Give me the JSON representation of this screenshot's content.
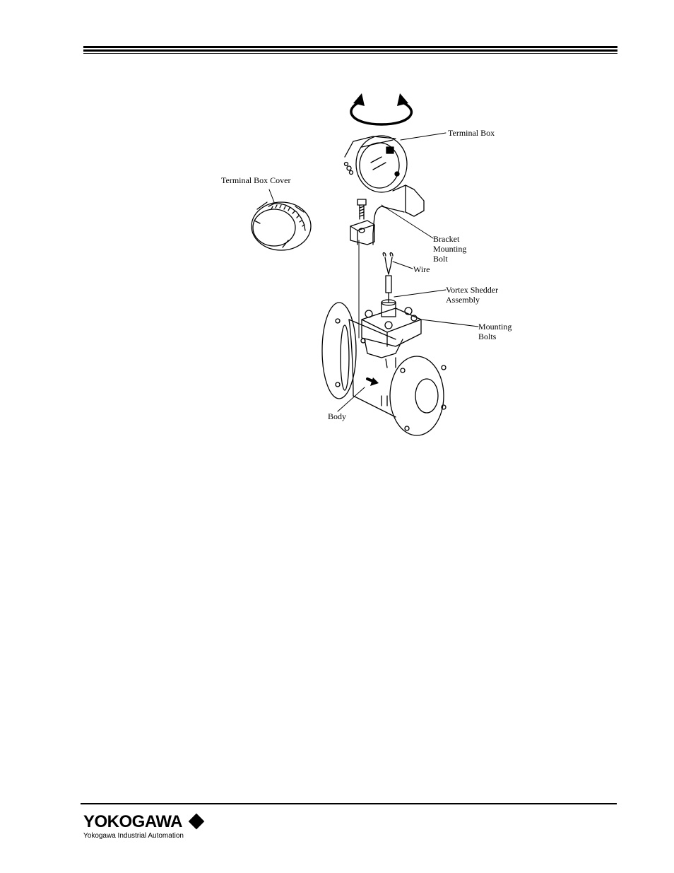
{
  "figure": {
    "labels": {
      "terminal_box": "Terminal Box",
      "terminal_box_cover": "Terminal Box Cover",
      "bracket_mounting_bolt": [
        "Bracket",
        "Mounting",
        "Bolt"
      ],
      "wire": "Wire",
      "vortex_shedder_assembly": [
        "Vortex Shedder",
        "Assembly"
      ],
      "mounting_bolts": [
        "Mounting",
        "Bolts"
      ],
      "body": "Body"
    }
  },
  "footer": {
    "logo_text": "YOKOGAWA",
    "logo_subtitle": "Yokogawa Industrial Automation"
  }
}
